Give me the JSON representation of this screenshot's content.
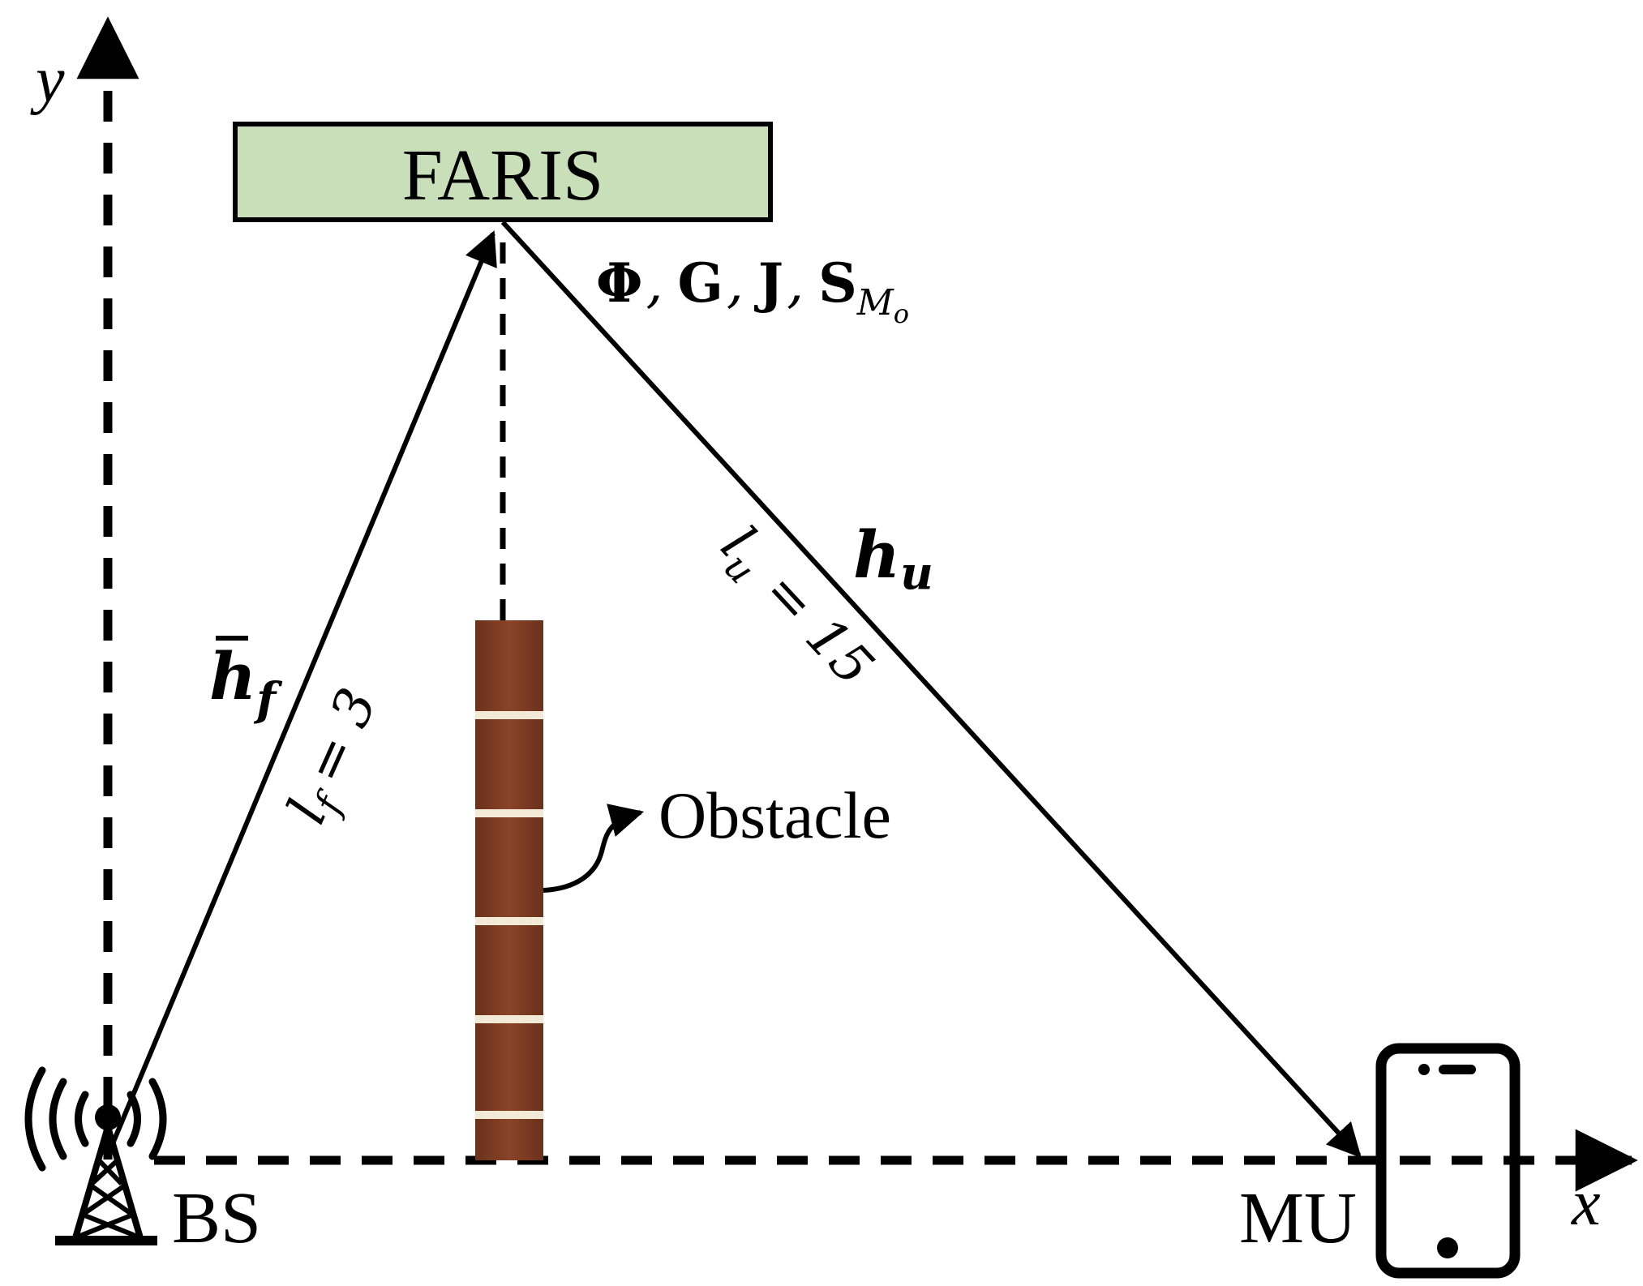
{
  "axes": {
    "x_label": "x",
    "y_label": "y"
  },
  "nodes": {
    "faris_label": "FARIS",
    "bs_label": "BS",
    "mu_label": "MU",
    "obstacle_label": "Obstacle"
  },
  "channels": {
    "bs_faris": {
      "symbol": "h",
      "subscript": "f",
      "distance_symbol": "l",
      "distance_subscript": "f",
      "distance_relation": "= 3"
    },
    "faris_mu": {
      "symbol": "h",
      "subscript": "u",
      "distance_symbol": "l",
      "distance_subscript": "u",
      "distance_relation": "= 15"
    }
  },
  "faris_params": {
    "phi": "Φ",
    "sep1": ",",
    "g": "G",
    "sep2": ",",
    "j": "J",
    "sep3": ",",
    "s": "S",
    "s_sub_main": "M",
    "s_sub_sub": "o"
  },
  "colors": {
    "faris_fill": "#c8dfba",
    "brick": "#7a3b22",
    "brick_dark": "#5e2a16",
    "mortar": "#f2ead6",
    "ink": "#000000"
  }
}
